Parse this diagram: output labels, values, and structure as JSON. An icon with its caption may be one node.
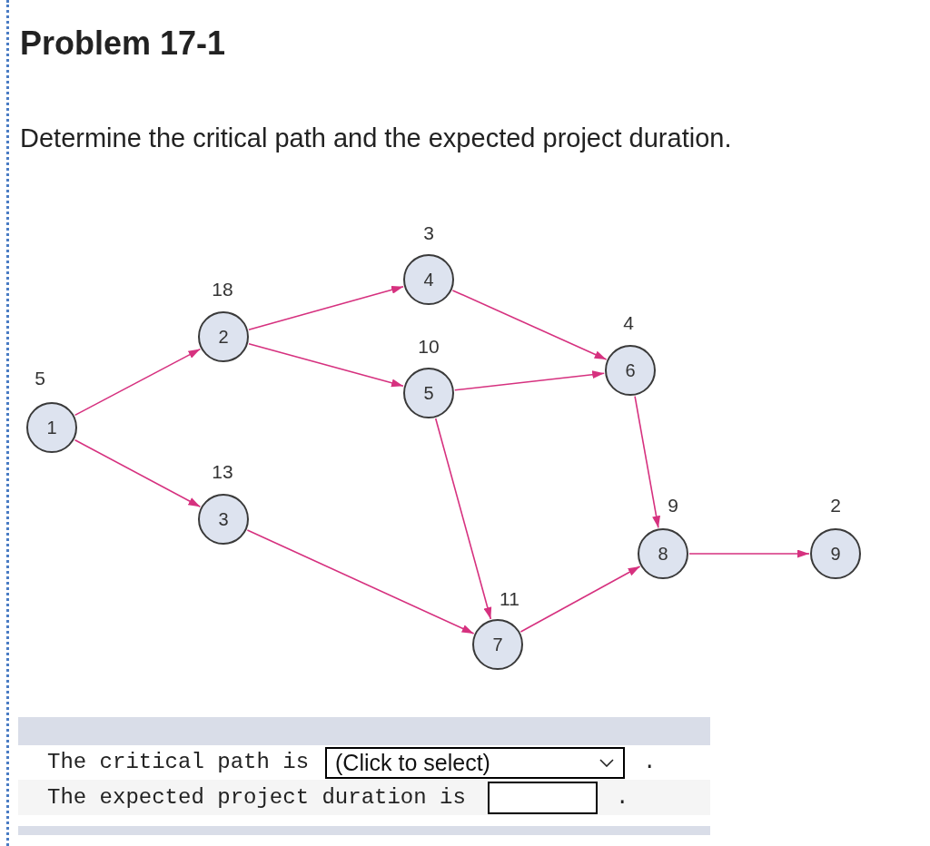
{
  "diagram": {
    "title": "Problem 17-1",
    "nodes": [
      {
        "text": [
          "1"
        ],
        "beside": [
          "5"
        ]
      },
      {
        "text": [
          "2"
        ],
        "beside": [
          "18"
        ]
      },
      {
        "text": [
          "3"
        ],
        "beside": [
          "13"
        ]
      },
      {
        "text": [
          "4"
        ],
        "beside": [
          "3"
        ]
      },
      {
        "text": [
          "5"
        ],
        "beside": [
          "10"
        ]
      },
      {
        "text": [
          "6"
        ],
        "beside": [
          "4"
        ]
      },
      {
        "text": [
          "7"
        ],
        "beside": [
          "11"
        ]
      },
      {
        "text": [
          "8"
        ],
        "beside": [
          "9"
        ]
      },
      {
        "text": [
          "9"
        ],
        "beside": [
          "2"
        ]
      }
    ],
    "edges": [
      {
        "from": 0,
        "to": 1,
        "arrow": "to"
      },
      {
        "from": 0,
        "to": 2,
        "arrow": "to"
      },
      {
        "from": 1,
        "to": 3,
        "arrow": "to"
      },
      {
        "from": 1,
        "to": 4,
        "arrow": "to"
      },
      {
        "from": 3,
        "to": 5,
        "arrow": "to"
      },
      {
        "from": 4,
        "to": 5,
        "arrow": "to"
      },
      {
        "from": 4,
        "to": 6,
        "arrow": "to"
      },
      {
        "from": 2,
        "to": 6,
        "arrow": "to"
      },
      {
        "from": 5,
        "to": 7,
        "arrow": "to"
      },
      {
        "from": 6,
        "to": 7,
        "arrow": "to"
      },
      {
        "from": 7,
        "to": 8,
        "arrow": "to"
      }
    ],
    "labels": [
      "Determine the critical path and the expected project duration.",
      "The critical path is",
      "(Click to select)",
      ".",
      "The expected project duration is",
      "."
    ]
  }
}
